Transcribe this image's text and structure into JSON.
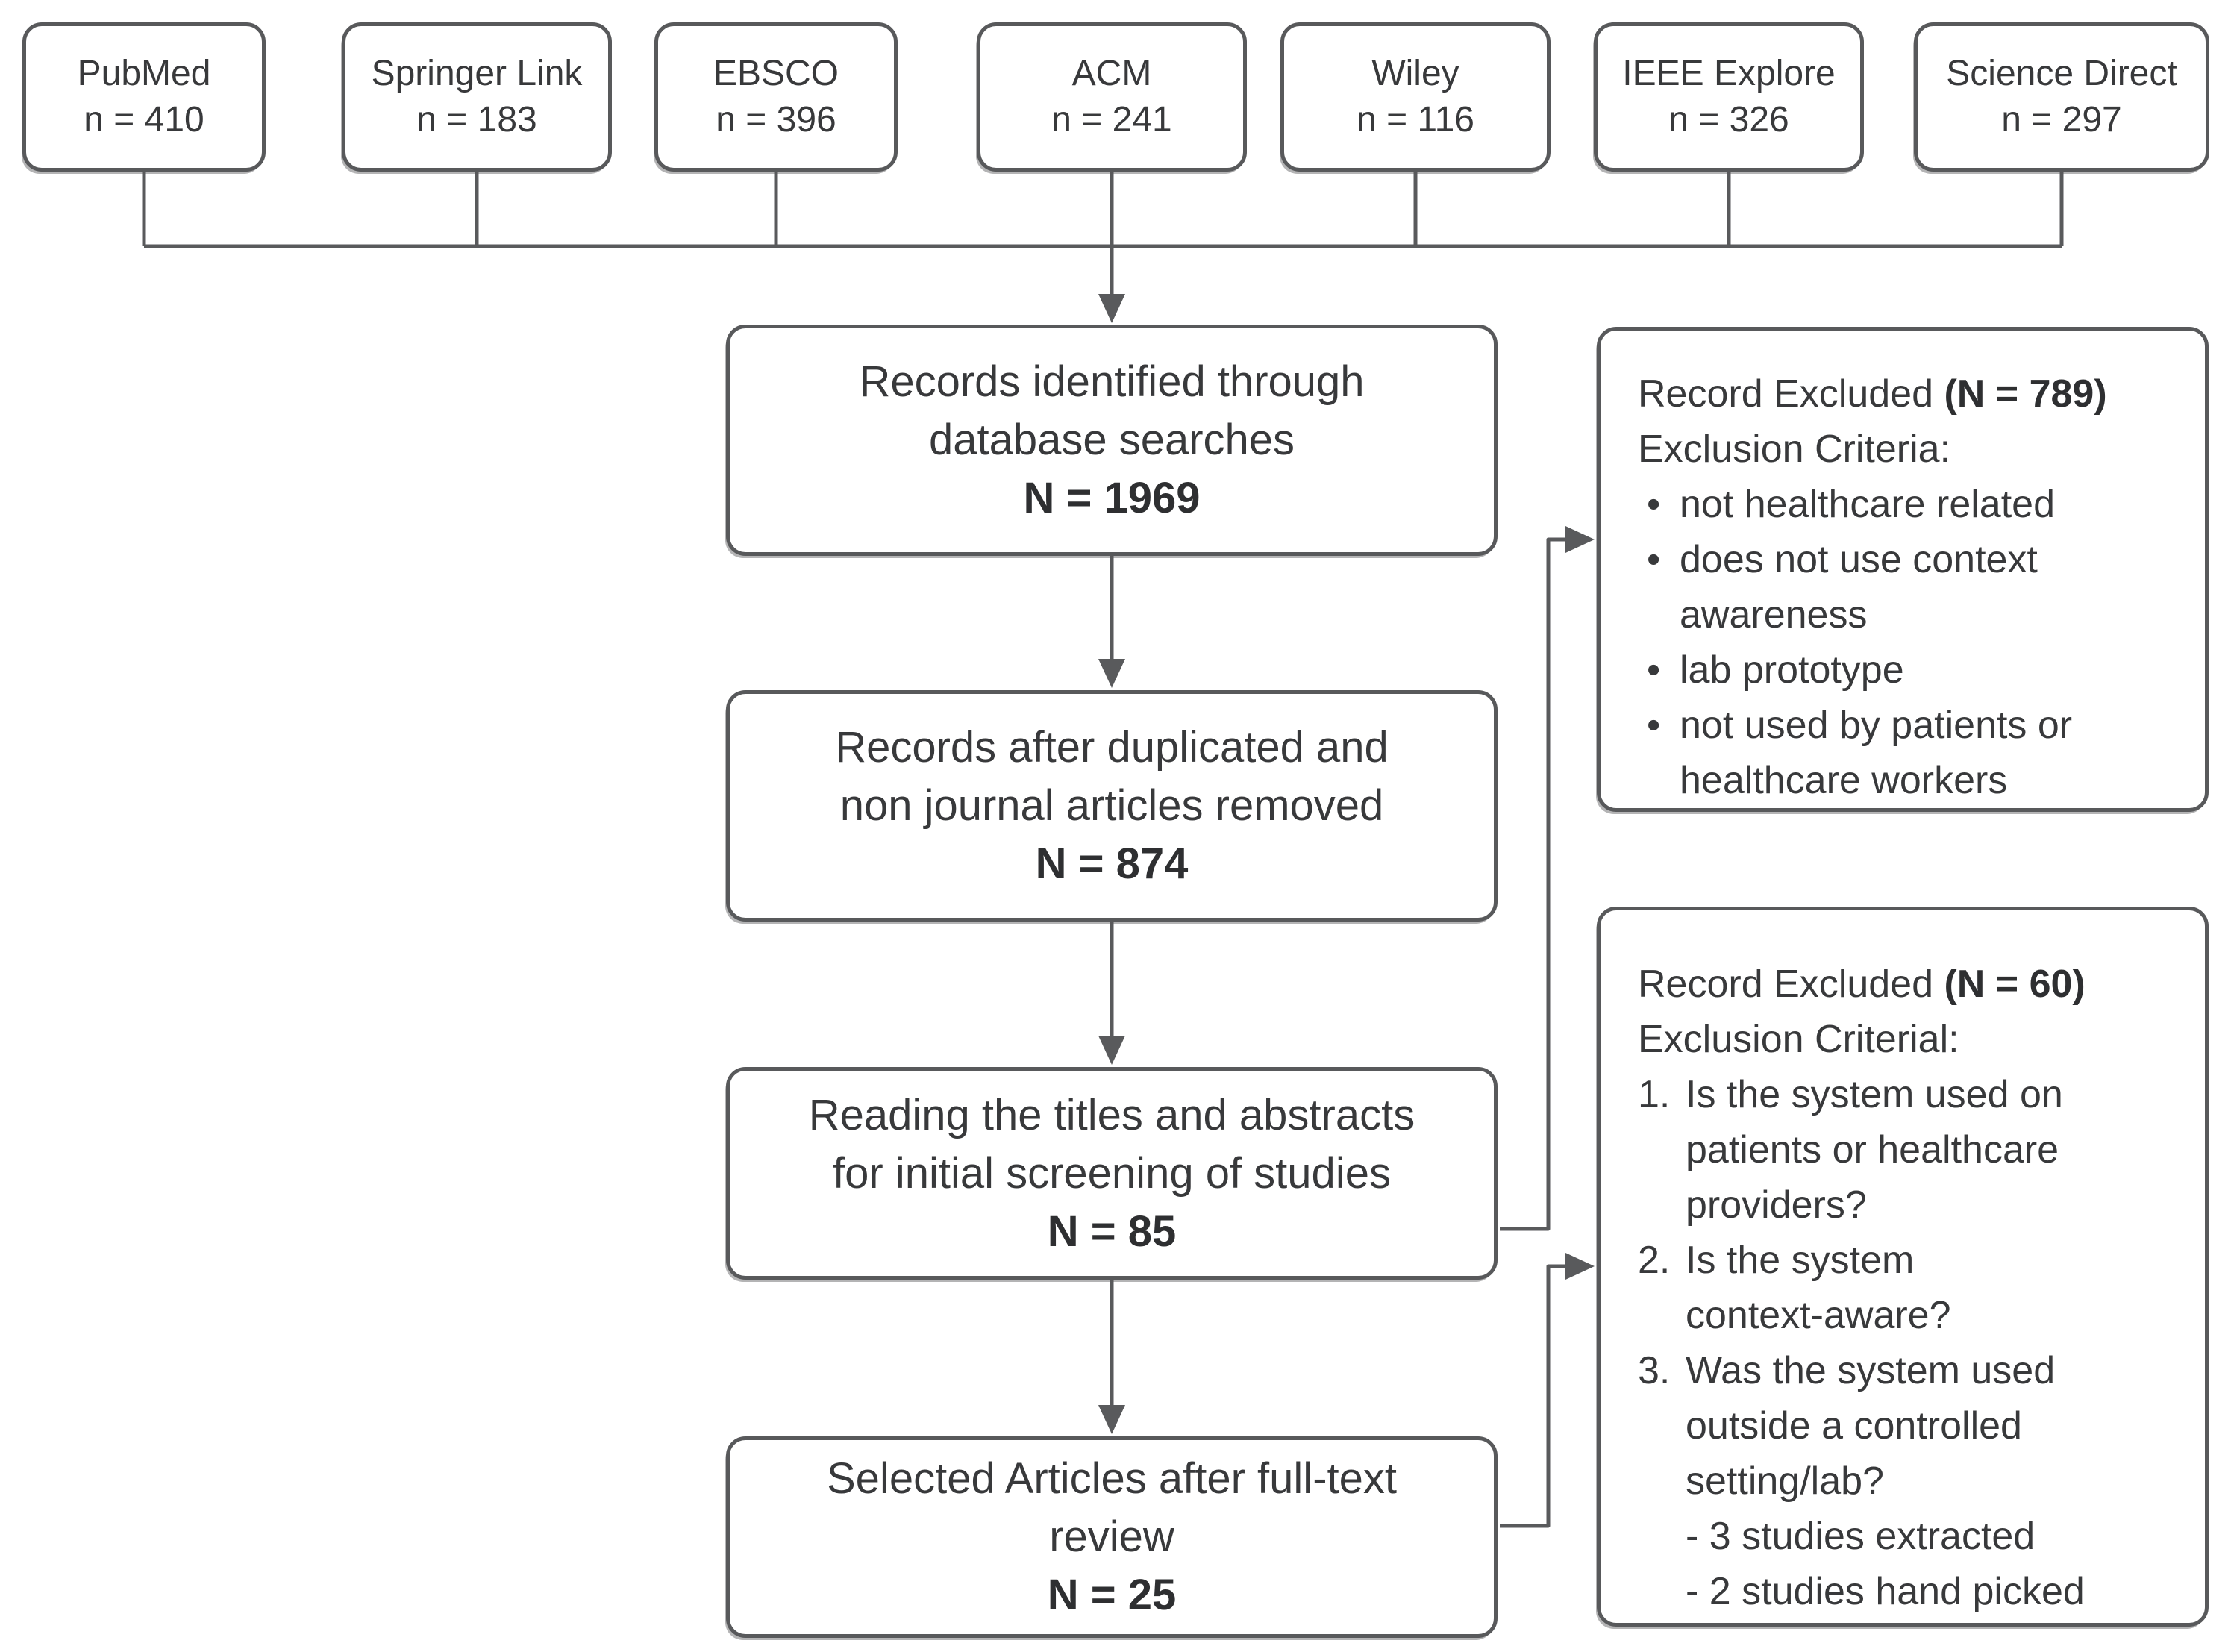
{
  "diagram": {
    "sources": [
      {
        "name": "PubMed",
        "count": "n = 410"
      },
      {
        "name": "Springer Link",
        "count": "n = 183"
      },
      {
        "name": "EBSCO",
        "count": "n = 396"
      },
      {
        "name": "ACM",
        "count": "n = 241"
      },
      {
        "name": "Wiley",
        "count": "n = 116"
      },
      {
        "name": "IEEE Explore",
        "count": "n = 326"
      },
      {
        "name": "Science Direct",
        "count": "n = 297"
      }
    ],
    "stages": [
      {
        "line1": "Records identified through",
        "line2": "database searches",
        "n": "N = 1969"
      },
      {
        "line1": "Records after duplicated and",
        "line2": "non journal articles removed",
        "n": "N = 874"
      },
      {
        "line1": "Reading the titles and abstracts",
        "line2": "for initial screening of studies",
        "n": "N = 85"
      },
      {
        "line1": "Selected Articles after full-text",
        "line2": "review",
        "n": "N = 25"
      }
    ],
    "exclusions": [
      {
        "title": "Record Excluded",
        "title_bold": "(N = 789)",
        "subtitle": "Exclusion Criteria:",
        "marker": "•",
        "bullets": [
          "not healthcare related",
          "does not use context\nawareness",
          "lab prototype",
          "not used by patients or\nhealthcare workers"
        ]
      },
      {
        "title": "Record Excluded",
        "title_bold": "(N = 60)",
        "subtitle": "Exclusion Criterial:",
        "criteria": [
          {
            "num": "1.",
            "text": "Is the system used on\npatients or healthcare\nproviders?"
          },
          {
            "num": "2.",
            "text": "Is the system\ncontext-aware?"
          },
          {
            "num": "3.",
            "text": "Was the system used\noutside a controlled\nsetting/lab?"
          }
        ],
        "notes": [
          "- 3 studies extracted",
          "- 2 studies hand picked"
        ]
      }
    ]
  }
}
